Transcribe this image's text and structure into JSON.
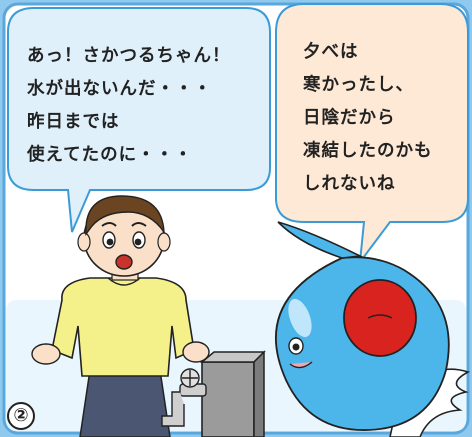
{
  "comic": {
    "bubble_left": {
      "lines": [
        "あっ！さかつるちゃん！",
        "水が出ないんだ・・・",
        "昨日までは",
        "使えてたのに・・・"
      ],
      "fill": "#dff0fb"
    },
    "bubble_right": {
      "lines": [
        "夕べは",
        "寒かったし、",
        "日陰だから",
        "凍結したのかも",
        "しれないね"
      ],
      "fill": "#fde9d6"
    },
    "panel_number": "②",
    "colors": {
      "frame": "#5aa7dd",
      "sky": "#8fc9ee",
      "ground": "#cfe9f8",
      "shirt": "#f4f08a",
      "mascot": "#4cb6ea",
      "mascot_badge": "#d9231f"
    }
  }
}
